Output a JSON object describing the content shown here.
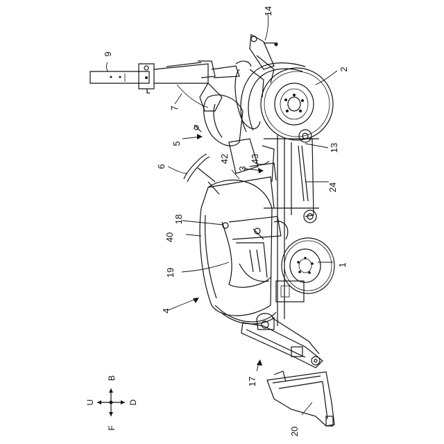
{
  "figure": {
    "reference_labels": {
      "n1": "1",
      "n2": "2",
      "n3": "3",
      "n4": "4",
      "n5": "5",
      "n6": "6",
      "n7": "7",
      "n9": "9",
      "n13": "13",
      "n14": "14",
      "n17": "17",
      "n18": "18",
      "n19": "19",
      "n20": "20",
      "n24": "24",
      "n40": "40",
      "n42": "42",
      "n43": "43"
    },
    "direction_indicator": {
      "up": "U",
      "down": "D",
      "front": "F",
      "back": "B"
    }
  }
}
